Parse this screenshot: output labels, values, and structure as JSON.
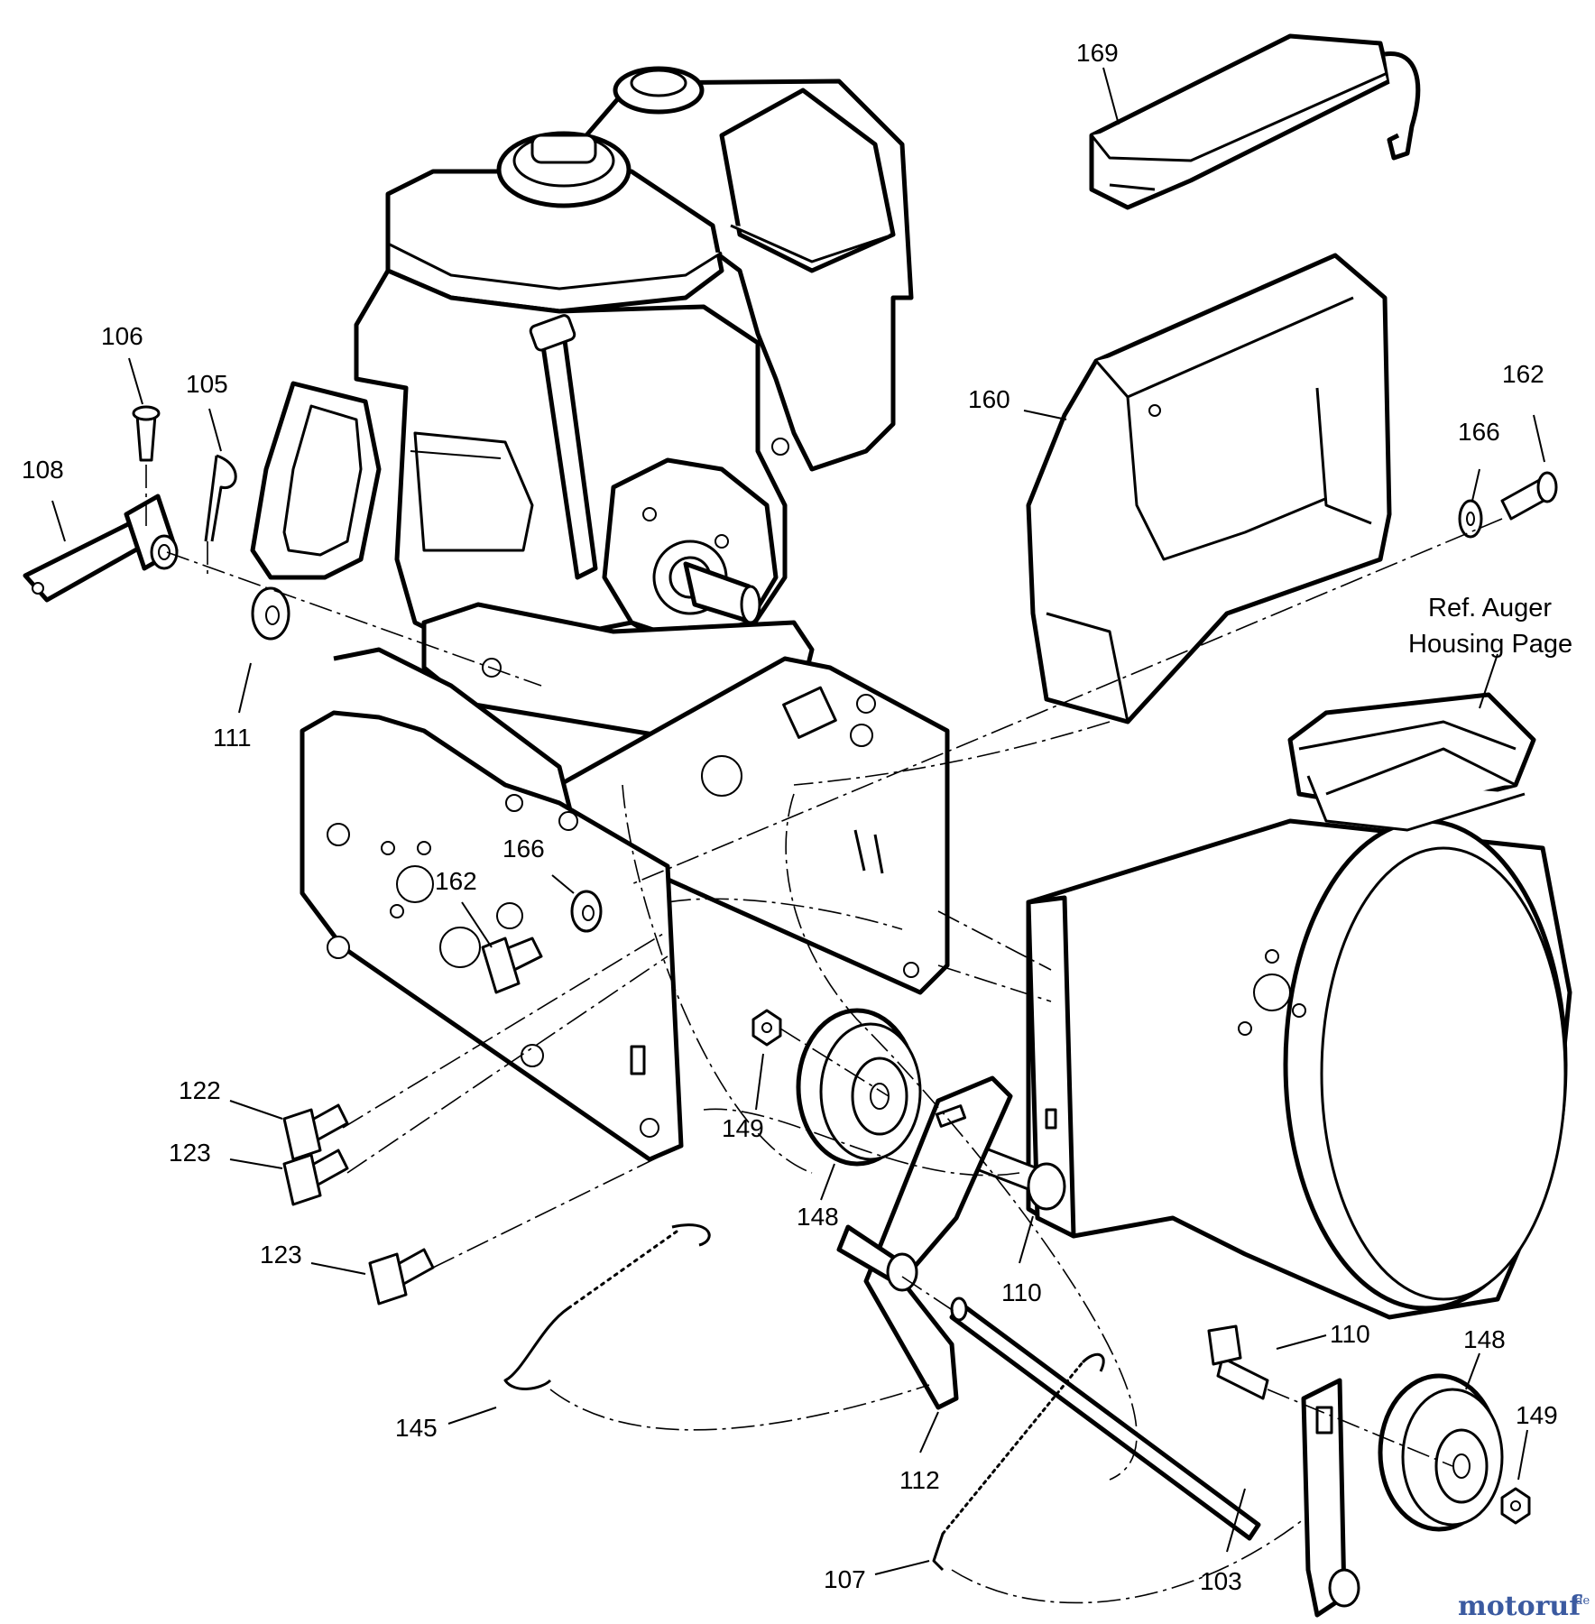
{
  "diagram": {
    "callouts": {
      "p169": "169",
      "p160": "160",
      "p162_right": "162",
      "p166_right": "166",
      "p106": "106",
      "p105": "105",
      "p108": "108",
      "p111": "111",
      "p166_frame": "166",
      "p162_frame": "162",
      "p122": "122",
      "p123_upper": "123",
      "p123_lower": "123",
      "p149_left": "149",
      "p148_left": "148",
      "p110_left": "110",
      "p110_right": "110",
      "p148_right": "148",
      "p149_right": "149",
      "p145": "145",
      "p112": "112",
      "p107": "107",
      "p103": "103"
    },
    "note_line1": "Ref. Auger",
    "note_line2": "Housing Page"
  },
  "watermark": {
    "brand_main": "motoruf",
    "brand_suffix": ".de"
  }
}
